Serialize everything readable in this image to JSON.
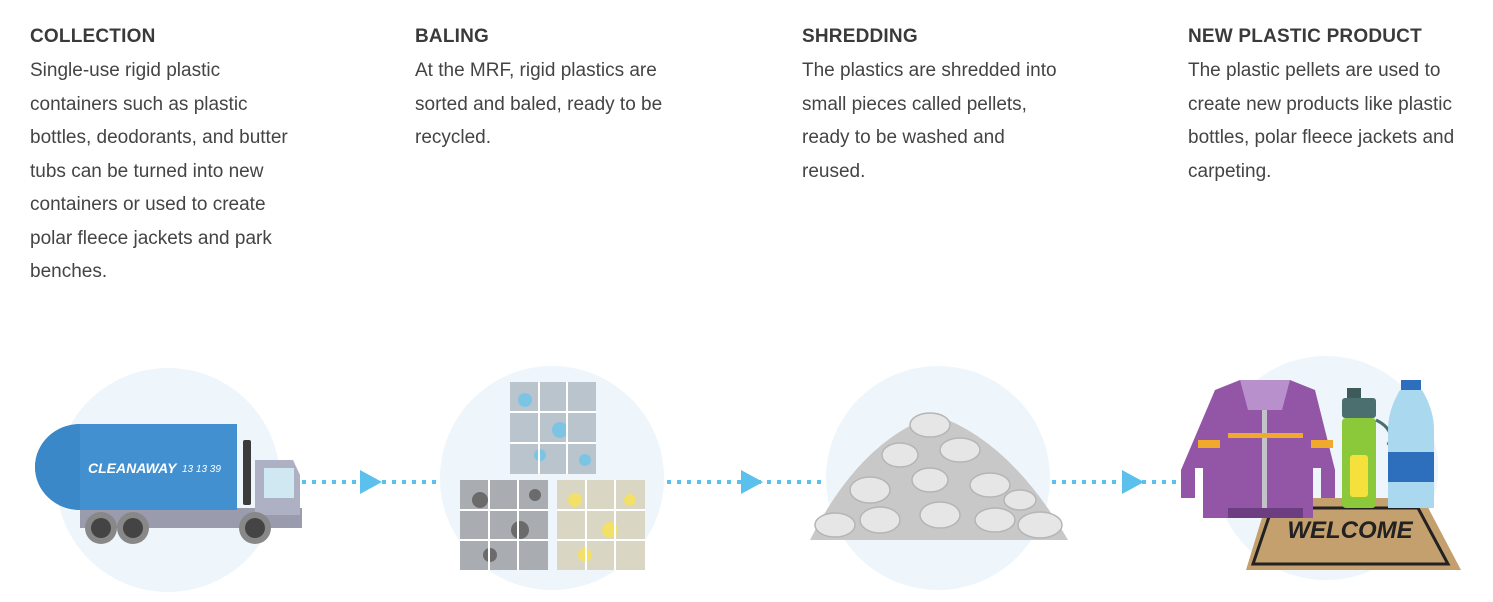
{
  "steps": [
    {
      "title": "COLLECTION",
      "text": "Single-use rigid plastic containers such as plastic bottles, deodorants, and butter tubs can be turned into new containers or used to create polar fleece jackets and park benches.",
      "icon": "garbage-truck-icon"
    },
    {
      "title": "BALING",
      "text": "At the MRF, rigid plastics are sorted and baled, ready to be recycled.",
      "icon": "plastic-bales-icon"
    },
    {
      "title": "SHREDDING",
      "text": "The plastics are shredded into small pieces called pellets, ready to be washed and reused.",
      "icon": "plastic-pellets-icon"
    },
    {
      "title": "NEW PLASTIC PRODUCT",
      "text": "The plastic pellets are used to create new products like plastic bottles, polar fleece jackets and carpeting.",
      "icon": "plastic-products-icon"
    }
  ],
  "truck": {
    "brand": "CLEANAWAY",
    "phone": "13 13 39"
  },
  "doormat": {
    "text": "WELCOME"
  },
  "colors": {
    "circle": "#eef6fc",
    "arrow": "#5bc0eb",
    "truck_blue": "#4290d0",
    "jacket": "#9355a6"
  }
}
